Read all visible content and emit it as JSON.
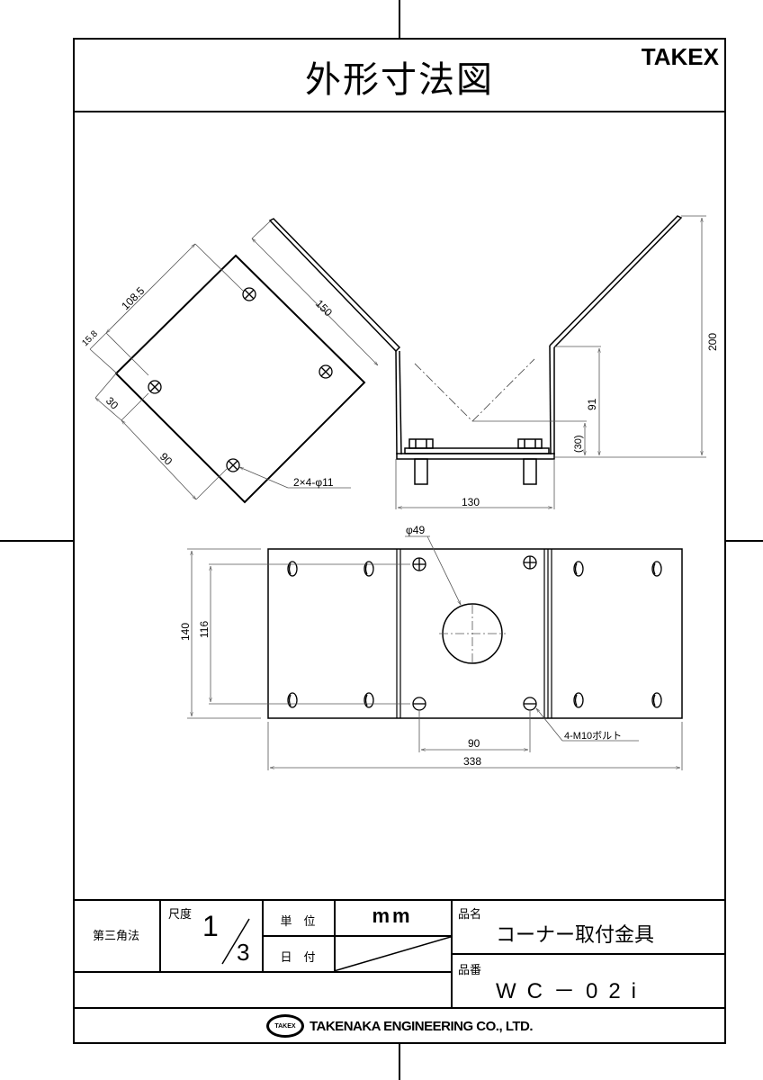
{
  "header": {
    "title": "外形寸法図",
    "brand": "TAKEX"
  },
  "views": {
    "rotated_plate": {
      "dim_width": "150",
      "dim_top": "108.5",
      "dim_small": "15.8",
      "dim_edge": "30",
      "dim_hole_pitch": "90",
      "hole_callout": "2×4-φ11"
    },
    "side_view": {
      "dim_width": "130",
      "dim_total_height": "200",
      "dim_vertical_height": "91",
      "dim_ref_height": "(30)"
    },
    "front_view": {
      "dim_hole_diameter": "φ49",
      "dim_height": "140",
      "dim_hole_vertical_pitch": "116",
      "dim_bolt_pitch": "90",
      "dim_total_width": "338",
      "bolt_callout": "4-M10ボルト"
    }
  },
  "title_block": {
    "projection": "第三角法",
    "scale_label": "尺度",
    "scale_numerator": "1",
    "scale_denominator": "3",
    "unit_label": "単　位",
    "unit_value": "mm",
    "date_label": "日　付",
    "date_value": "",
    "product_name_label": "品名",
    "product_name": "コーナー取付金具",
    "product_number_label": "品番",
    "product_number": "WC－02i"
  },
  "footer": {
    "logo_text": "TAKEX",
    "company": "TAKENAKA ENGINEERING CO., LTD."
  }
}
